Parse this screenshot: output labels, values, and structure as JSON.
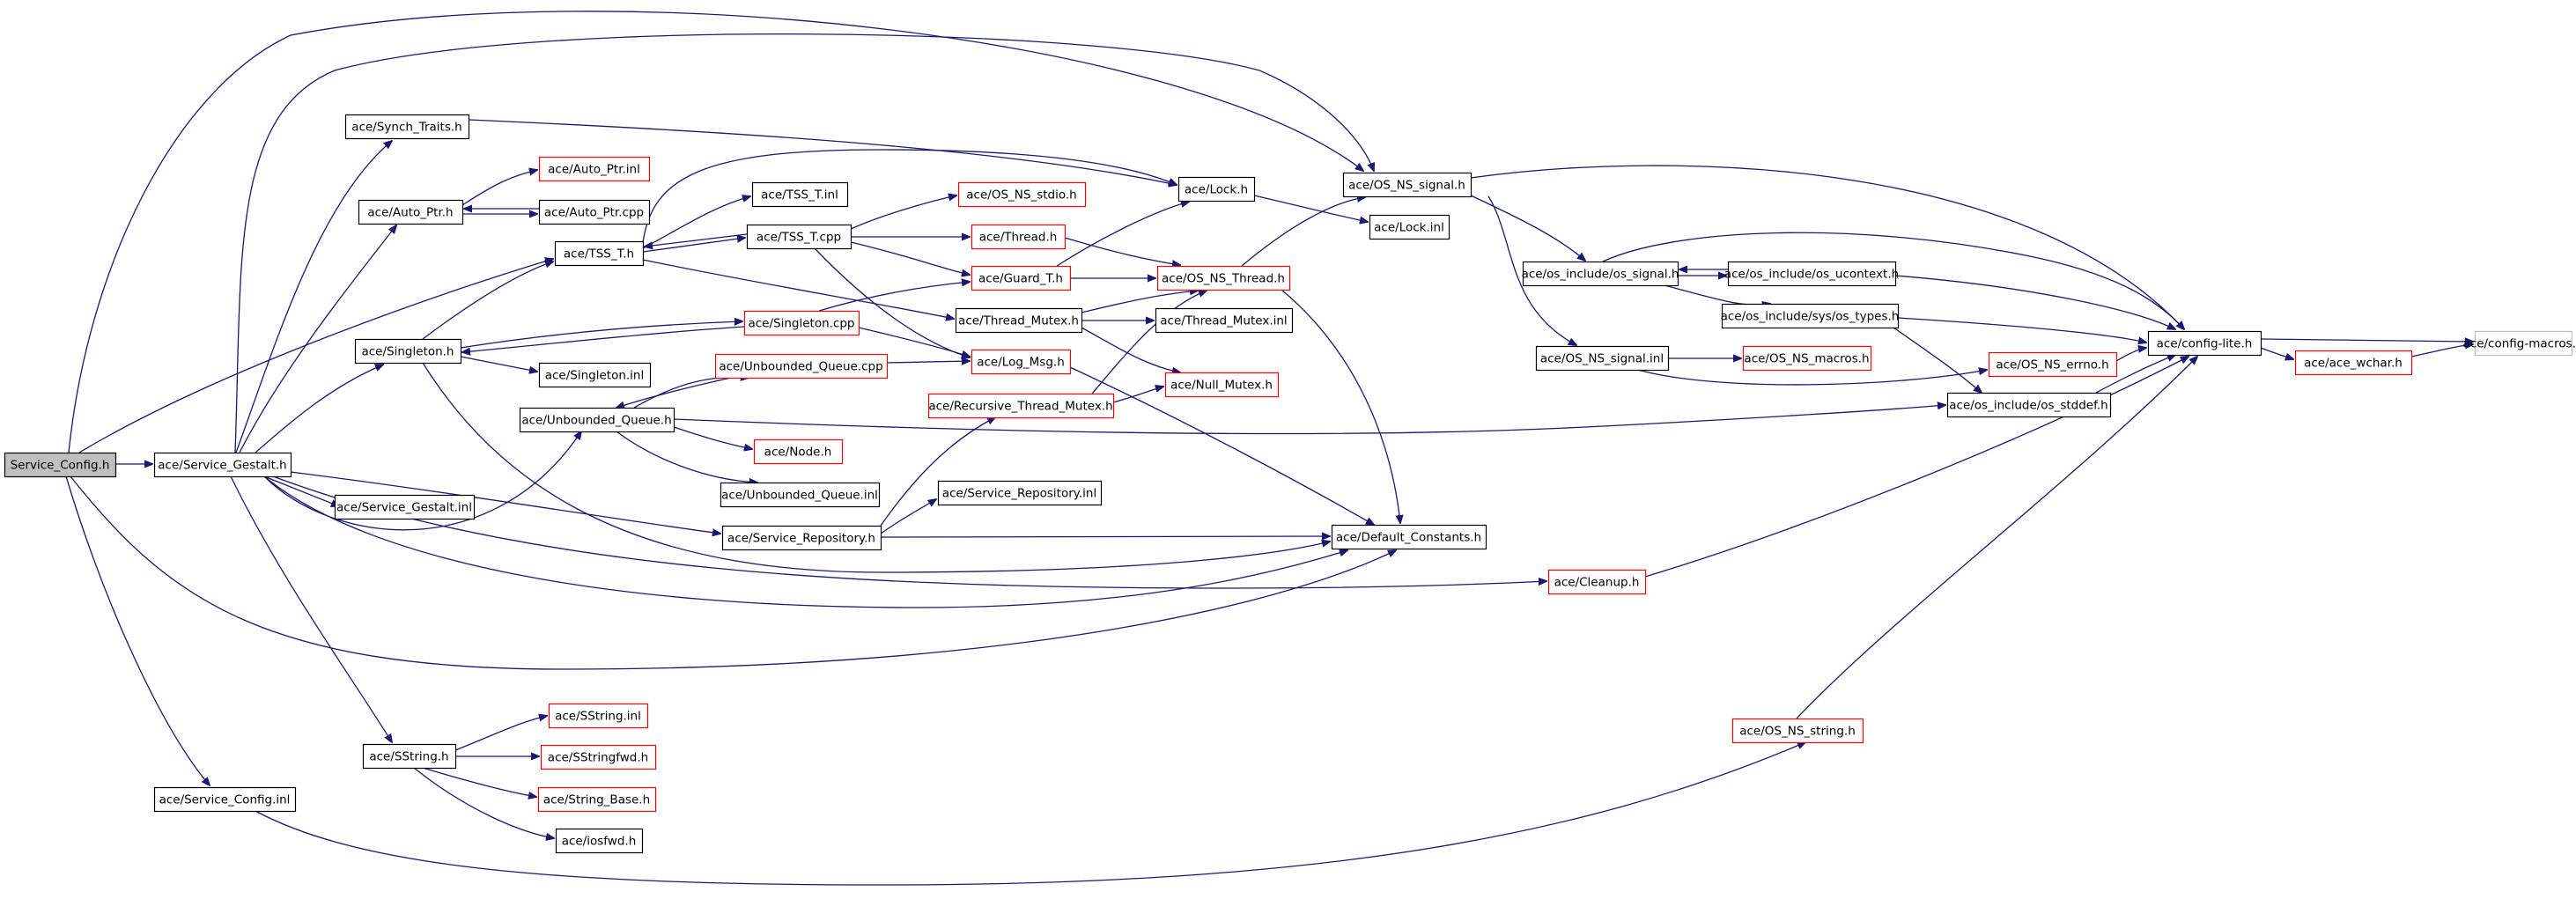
{
  "diagram": {
    "colors": {
      "edge": "#191970",
      "node_border": "#000000",
      "node_border_incomplete": "#ff0000",
      "node_border_external": "#bfbfbf",
      "root_fill": "#bfbfbf",
      "node_fill": "#ffffff"
    },
    "nodes": [
      {
        "id": "service_config_h",
        "label": "Service_Config.h",
        "kind": "root"
      },
      {
        "id": "service_gestalt_h",
        "label": "ace/Service_Gestalt.h",
        "kind": "normal"
      },
      {
        "id": "synch_traits_h",
        "label": "ace/Synch_Traits.h",
        "kind": "normal"
      },
      {
        "id": "auto_ptr_h",
        "label": "ace/Auto_Ptr.h",
        "kind": "normal"
      },
      {
        "id": "auto_ptr_inl",
        "label": "ace/Auto_Ptr.inl",
        "kind": "incomplete"
      },
      {
        "id": "auto_ptr_cpp",
        "label": "ace/Auto_Ptr.cpp",
        "kind": "normal"
      },
      {
        "id": "tss_t_h",
        "label": "ace/TSS_T.h",
        "kind": "normal"
      },
      {
        "id": "tss_t_inl",
        "label": "ace/TSS_T.inl",
        "kind": "normal"
      },
      {
        "id": "tss_t_cpp",
        "label": "ace/TSS_T.cpp",
        "kind": "normal"
      },
      {
        "id": "os_ns_stdio_h",
        "label": "ace/OS_NS_stdio.h",
        "kind": "incomplete"
      },
      {
        "id": "thread_h",
        "label": "ace/Thread.h",
        "kind": "incomplete"
      },
      {
        "id": "guard_t_h",
        "label": "ace/Guard_T.h",
        "kind": "incomplete"
      },
      {
        "id": "lock_h",
        "label": "ace/Lock.h",
        "kind": "normal"
      },
      {
        "id": "lock_inl",
        "label": "ace/Lock.inl",
        "kind": "normal"
      },
      {
        "id": "os_ns_signal_h",
        "label": "ace/OS_NS_signal.h",
        "kind": "normal"
      },
      {
        "id": "os_ns_thread_h",
        "label": "ace/OS_NS_Thread.h",
        "kind": "incomplete"
      },
      {
        "id": "singleton_h",
        "label": "ace/Singleton.h",
        "kind": "normal"
      },
      {
        "id": "singleton_cpp",
        "label": "ace/Singleton.cpp",
        "kind": "incomplete"
      },
      {
        "id": "singleton_inl",
        "label": "ace/Singleton.inl",
        "kind": "normal"
      },
      {
        "id": "thread_mutex_h",
        "label": "ace/Thread_Mutex.h",
        "kind": "normal"
      },
      {
        "id": "thread_mutex_inl",
        "label": "ace/Thread_Mutex.inl",
        "kind": "normal"
      },
      {
        "id": "unbounded_queue_cpp",
        "label": "ace/Unbounded_Queue.cpp",
        "kind": "incomplete"
      },
      {
        "id": "log_msg_h",
        "label": "ace/Log_Msg.h",
        "kind": "incomplete"
      },
      {
        "id": "recursive_thread_mutex_h",
        "label": "ace/Recursive_Thread_Mutex.h",
        "kind": "incomplete"
      },
      {
        "id": "null_mutex_h",
        "label": "ace/Null_Mutex.h",
        "kind": "incomplete"
      },
      {
        "id": "unbounded_queue_h",
        "label": "ace/Unbounded_Queue.h",
        "kind": "normal"
      },
      {
        "id": "node_h",
        "label": "ace/Node.h",
        "kind": "incomplete"
      },
      {
        "id": "unbounded_queue_inl",
        "label": "ace/Unbounded_Queue.inl",
        "kind": "normal"
      },
      {
        "id": "service_gestalt_inl",
        "label": "ace/Service_Gestalt.inl",
        "kind": "normal"
      },
      {
        "id": "service_repository_h",
        "label": "ace/Service_Repository.h",
        "kind": "normal"
      },
      {
        "id": "service_repository_inl",
        "label": "ace/Service_Repository.inl",
        "kind": "normal"
      },
      {
        "id": "default_constants_h",
        "label": "ace/Default_Constants.h",
        "kind": "normal"
      },
      {
        "id": "cleanup_h",
        "label": "ace/Cleanup.h",
        "kind": "incomplete"
      },
      {
        "id": "sstring_h",
        "label": "ace/SString.h",
        "kind": "normal"
      },
      {
        "id": "sstring_inl",
        "label": "ace/SString.inl",
        "kind": "incomplete"
      },
      {
        "id": "sstringfwd_h",
        "label": "ace/SStringfwd.h",
        "kind": "incomplete"
      },
      {
        "id": "string_base_h",
        "label": "ace/String_Base.h",
        "kind": "incomplete"
      },
      {
        "id": "iosfwd_h",
        "label": "ace/iosfwd.h",
        "kind": "normal"
      },
      {
        "id": "service_config_inl",
        "label": "ace/Service_Config.inl",
        "kind": "normal"
      },
      {
        "id": "os_ns_string_h",
        "label": "ace/OS_NS_string.h",
        "kind": "incomplete"
      },
      {
        "id": "os_include_os_signal_h",
        "label": "ace/os_include/os_signal.h",
        "kind": "normal"
      },
      {
        "id": "os_include_os_ucontext_h",
        "label": "ace/os_include/os_ucontext.h",
        "kind": "normal"
      },
      {
        "id": "os_include_sys_os_types_h",
        "label": "ace/os_include/sys/os_types.h",
        "kind": "normal"
      },
      {
        "id": "os_ns_signal_inl",
        "label": "ace/OS_NS_signal.inl",
        "kind": "normal"
      },
      {
        "id": "os_ns_macros_h",
        "label": "ace/OS_NS_macros.h",
        "kind": "incomplete"
      },
      {
        "id": "os_ns_errno_h",
        "label": "ace/OS_NS_errno.h",
        "kind": "incomplete"
      },
      {
        "id": "os_include_os_stddef_h",
        "label": "ace/os_include/os_stddef.h",
        "kind": "normal"
      },
      {
        "id": "config_lite_h",
        "label": "ace/config-lite.h",
        "kind": "normal"
      },
      {
        "id": "ace_wchar_h",
        "label": "ace/ace_wchar.h",
        "kind": "incomplete"
      },
      {
        "id": "config_macros_h",
        "label": "ace/config-macros.h",
        "kind": "external"
      }
    ]
  }
}
